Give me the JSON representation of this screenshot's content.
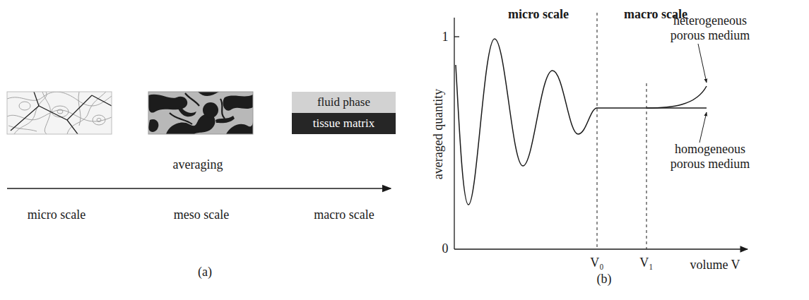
{
  "diagram": {
    "nodes": [
      {
        "text": [
          "fluid phase"
        ]
      },
      {
        "text": [
          "tissue matrix"
        ]
      }
    ],
    "labels": [
      "averaging",
      "micro scale",
      "meso scale",
      "macro scale",
      "(a)",
      "1",
      "0",
      "averaged quantity",
      "micro scale",
      "macro scale",
      "heterogeneous porous medium",
      "homogeneous porous medium",
      "V₀",
      "V₁",
      "volume V",
      "(b)"
    ]
  }
}
